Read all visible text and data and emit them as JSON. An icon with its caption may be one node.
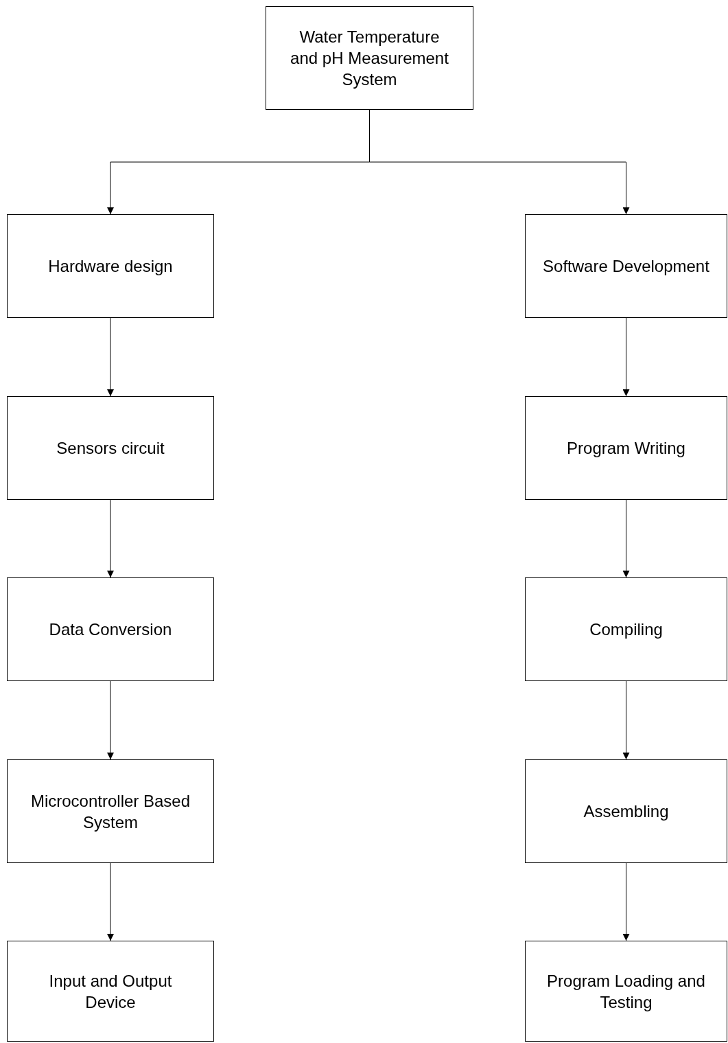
{
  "diagram": {
    "nodes": [
      {
        "text": [
          "Water Temperature and pH Measurement System"
        ]
      },
      {
        "text": [
          "Hardware design"
        ]
      },
      {
        "text": [
          "Sensors circuit"
        ]
      },
      {
        "text": [
          "Data Conversion"
        ]
      },
      {
        "text": [
          "Microcontroller Based System"
        ]
      },
      {
        "text": [
          "Input and Output Device"
        ]
      },
      {
        "text": [
          "Software Development"
        ]
      },
      {
        "text": [
          "Program Writing"
        ]
      },
      {
        "text": [
          "Compiling"
        ]
      },
      {
        "text": [
          "Assembling"
        ]
      },
      {
        "text": [
          "Program Loading and Testing"
        ]
      }
    ],
    "edges": [
      {
        "from": 0,
        "to": 1,
        "arrow": "to"
      },
      {
        "from": 0,
        "to": 6,
        "arrow": "to"
      },
      {
        "from": 1,
        "to": 2,
        "arrow": "to"
      },
      {
        "from": 2,
        "to": 3,
        "arrow": "to"
      },
      {
        "from": 3,
        "to": 4,
        "arrow": "to"
      },
      {
        "from": 4,
        "to": 5,
        "arrow": "to"
      },
      {
        "from": 6,
        "to": 7,
        "arrow": "to"
      },
      {
        "from": 7,
        "to": 8,
        "arrow": "to"
      },
      {
        "from": 8,
        "to": 9,
        "arrow": "to"
      },
      {
        "from": 9,
        "to": 10,
        "arrow": "to"
      }
    ]
  }
}
